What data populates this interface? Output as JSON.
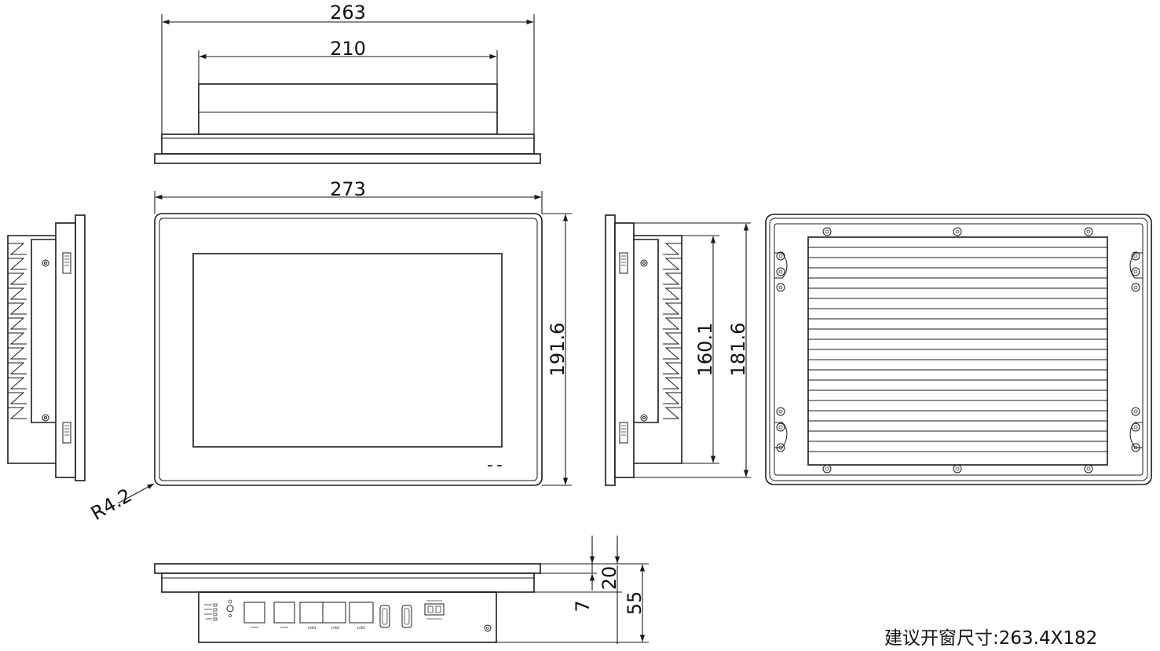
{
  "dimensions": {
    "top_outer_width": "263",
    "top_inner_width": "210",
    "front_width": "273",
    "front_height": "191.6",
    "corner_radius": "R4.2",
    "side_inner_height": "160.1",
    "side_outer_height": "181.6",
    "bezel_depth": "7",
    "body_depth": "20",
    "total_depth": "55"
  },
  "note": "建议开窗尺寸:263.4X182",
  "port_labels": {
    "lan3": "LAN3",
    "lan2": "LAN2",
    "lan1": "LAN1"
  }
}
